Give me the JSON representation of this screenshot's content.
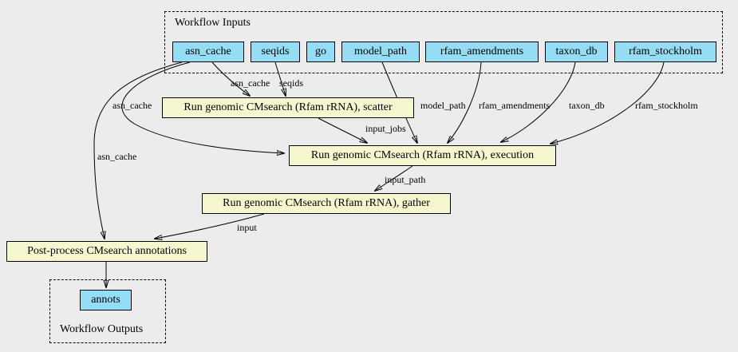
{
  "diagram": {
    "colors": {
      "background": "#ececec",
      "io_fill": "#94ddf4",
      "step_fill": "#f7f7cf",
      "border": "#000000"
    },
    "inputs_group": {
      "label": "Workflow Inputs",
      "nodes": [
        {
          "id": "asn_cache",
          "label": "asn_cache"
        },
        {
          "id": "seqids",
          "label": "seqids"
        },
        {
          "id": "go",
          "label": "go"
        },
        {
          "id": "model_path",
          "label": "model_path"
        },
        {
          "id": "rfam_amendments",
          "label": "rfam_amendments"
        },
        {
          "id": "taxon_db",
          "label": "taxon_db"
        },
        {
          "id": "rfam_stockholm",
          "label": "rfam_stockholm"
        }
      ]
    },
    "steps": [
      {
        "id": "scatter",
        "label": "Run genomic CMsearch (Rfam rRNA), scatter"
      },
      {
        "id": "execution",
        "label": "Run genomic CMsearch (Rfam rRNA), execution"
      },
      {
        "id": "gather",
        "label": "Run genomic CMsearch (Rfam rRNA), gather"
      },
      {
        "id": "postprocess",
        "label": "Post-process CMsearch annotations"
      }
    ],
    "outputs_group": {
      "label": "Workflow Outputs",
      "nodes": [
        {
          "id": "annots",
          "label": "annots"
        }
      ]
    },
    "edges": [
      {
        "from": "asn_cache",
        "to": "scatter",
        "label": "asn_cache"
      },
      {
        "from": "seqids",
        "to": "scatter",
        "label": "seqids"
      },
      {
        "from": "asn_cache",
        "to": "execution",
        "label": "asn_cache"
      },
      {
        "from": "asn_cache",
        "to": "postprocess",
        "label": "asn_cache"
      },
      {
        "from": "model_path",
        "to": "execution",
        "label": "model_path"
      },
      {
        "from": "rfam_amendments",
        "to": "execution",
        "label": "rfam_amendments"
      },
      {
        "from": "taxon_db",
        "to": "execution",
        "label": "taxon_db"
      },
      {
        "from": "rfam_stockholm",
        "to": "execution",
        "label": "rfam_stockholm"
      },
      {
        "from": "scatter",
        "to": "execution",
        "label": "input_jobs"
      },
      {
        "from": "execution",
        "to": "gather",
        "label": "input_path"
      },
      {
        "from": "gather",
        "to": "postprocess",
        "label": "input"
      },
      {
        "from": "postprocess",
        "to": "annots",
        "label": ""
      }
    ]
  }
}
